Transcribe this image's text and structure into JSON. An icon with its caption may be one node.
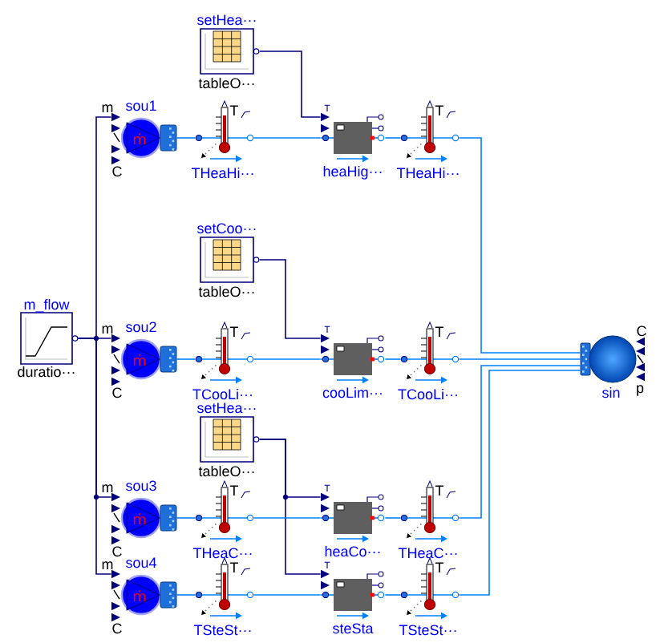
{
  "diagram": {
    "nodes": [
      {
        "text": [
          "setHea···",
          "tableO···"
        ]
      },
      {
        "text": [
          "sou1",
          "m",
          "ṁ",
          "C"
        ]
      },
      {
        "text": [
          "T",
          "THeaHi···"
        ]
      },
      {
        "text": [
          "T",
          "heaHig···"
        ]
      },
      {
        "text": [
          "T",
          "THeaHi···"
        ]
      },
      {
        "text": [
          "setCoo···",
          "tableO···"
        ]
      },
      {
        "text": [
          "m_flow",
          "duratio···"
        ]
      },
      {
        "text": [
          "sou2",
          "m",
          "ṁ",
          "C"
        ]
      },
      {
        "text": [
          "T",
          "TCooLi···"
        ]
      },
      {
        "text": [
          "T",
          "cooLim···"
        ]
      },
      {
        "text": [
          "T",
          "TCooLi···"
        ]
      },
      {
        "text": [
          "C",
          "sin",
          "p"
        ]
      },
      {
        "text": [
          "setHea···",
          "tableO···"
        ]
      },
      {
        "text": [
          "sou3",
          "m",
          "ṁ",
          "C"
        ]
      },
      {
        "text": [
          "T",
          "THeaC···"
        ]
      },
      {
        "text": [
          "T",
          "heaCo···"
        ]
      },
      {
        "text": [
          "T",
          "THeaC···"
        ]
      },
      {
        "text": [
          "sou4",
          "m",
          "ṁ",
          "C"
        ]
      },
      {
        "text": [
          "T",
          "TSteSt···"
        ]
      },
      {
        "text": [
          "T",
          "steSta"
        ]
      },
      {
        "text": [
          "T",
          "TSteSt···"
        ]
      }
    ],
    "edges": [
      {
        "from": 0,
        "to": 3,
        "arrow": "none",
        "color": "#00007f"
      },
      {
        "from": 6,
        "to": 1,
        "arrow": "none",
        "color": "#00007f"
      },
      {
        "from": 6,
        "to": 7,
        "arrow": "none",
        "color": "#00007f"
      },
      {
        "from": 6,
        "to": 13,
        "arrow": "none",
        "color": "#00007f"
      },
      {
        "from": 6,
        "to": 17,
        "arrow": "none",
        "color": "#00007f"
      },
      {
        "from": 5,
        "to": 9,
        "arrow": "none",
        "color": "#00007f"
      },
      {
        "from": 12,
        "to": 15,
        "arrow": "none",
        "color": "#00007f"
      },
      {
        "from": 12,
        "to": 19,
        "arrow": "none",
        "color": "#00007f"
      },
      {
        "from": 1,
        "to": 2,
        "arrow": "none"
      },
      {
        "from": 2,
        "to": 3,
        "arrow": "none"
      },
      {
        "from": 3,
        "to": 4,
        "arrow": "none"
      },
      {
        "from": 4,
        "to": 11,
        "arrow": "none"
      },
      {
        "from": 7,
        "to": 8,
        "arrow": "none"
      },
      {
        "from": 8,
        "to": 9,
        "arrow": "none"
      },
      {
        "from": 9,
        "to": 10,
        "arrow": "none"
      },
      {
        "from": 10,
        "to": 11,
        "arrow": "none"
      },
      {
        "from": 13,
        "to": 14,
        "arrow": "none"
      },
      {
        "from": 14,
        "to": 15,
        "arrow": "none"
      },
      {
        "from": 15,
        "to": 16,
        "arrow": "none"
      },
      {
        "from": 16,
        "to": 11,
        "arrow": "none"
      },
      {
        "from": 17,
        "to": 18,
        "arrow": "none"
      },
      {
        "from": 18,
        "to": 19,
        "arrow": "none"
      },
      {
        "from": 19,
        "to": 20,
        "arrow": "none"
      },
      {
        "from": 20,
        "to": 11,
        "arrow": "none"
      }
    ]
  }
}
